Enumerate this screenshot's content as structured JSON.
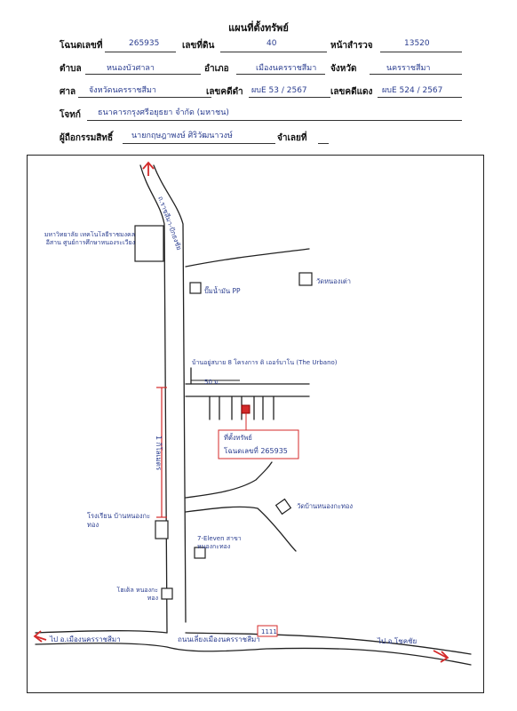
{
  "header": {
    "title": "แผนที่ตั้งทรัพย์",
    "deed_no_label": "โฉนดเลขที่",
    "deed_no_value": "265935",
    "land_no_label": "เลขที่ดิน",
    "land_no_value": "40",
    "survey_page_label": "หน้าสำรวจ",
    "survey_page_value": "13520",
    "subdistrict_label": "ตำบล",
    "subdistrict_value": "หนองบัวศาลา",
    "district_label": "อำเภอ",
    "district_value": "เมืองนครราชสีมา",
    "province_label": "จังหวัด",
    "province_value": "นครราชสีมา",
    "court_label": "ศาล",
    "court_value": "จังหวัดนครราชสีมา",
    "black_case_label": "เลขคดีดำ",
    "black_case_value": "ผบE 53 / 2567",
    "red_case_label": "เลขคดีแดง",
    "red_case_value": "ผบE 524 / 2567",
    "plaintiff_label": "โจทก์",
    "plaintiff_value": "ธนาคารกรุงศรีอยุธยา จำกัด (มหาชน)",
    "owner_label": "ผู้ถือกรรมสิทธิ์",
    "owner_value": "นายกฤษฎาพงษ์ ศิริวัฒนาวงษ์",
    "defendant_label": "จำเลยที่"
  },
  "map": {
    "road_north": "ถ.ราชสีมา-ปักธงชัย",
    "university": "มหาวิทยาลัย เทคโนโลยีราชมงคลอีสาน ศูนย์การศึกษาหนองระเวียง",
    "gas_station": "ปั๊มน้ำมัน PP",
    "temple_north": "วัดหนองเต่า",
    "village": "บ้านอยู่สบาย 8 โครงการ ดิ เออร์บาโน (The Urbano)",
    "distance_top": "50 ม.",
    "property_label": "ที่ตั้งทรัพย์",
    "property_deed": "โฉนดเลขที่ 265935",
    "distance_side": "1 กิโลเมตร",
    "school": "โรงเรียน บ้านหนองกะทอง",
    "temple_south": "วัดบ้านหนองกะทอง",
    "seven_eleven": "7-Eleven สาขา หนองกะทอง",
    "hotel": "โฮเต็ล หนองกะทอง",
    "to_west": "ไป อ.เมืองนครราชสีมา",
    "road_main": "ถนนเลี่ยงเมืองนครราชสีมา",
    "route_no": "1111",
    "to_east": "ไป อ.โชคชัย"
  },
  "colors": {
    "ink": "#2a3d8f",
    "marker": "#d42a2a"
  }
}
